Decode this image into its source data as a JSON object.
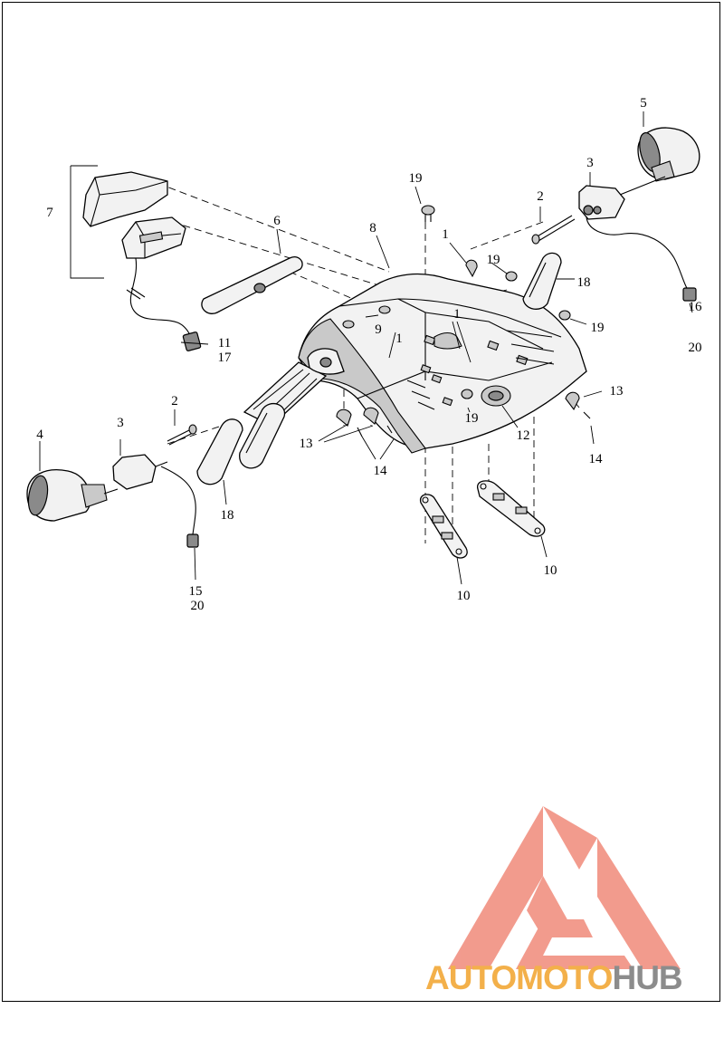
{
  "diagram": {
    "callouts": {
      "c1a": "1",
      "c1b": "1",
      "c1c": "1",
      "c2a": "2",
      "c2b": "2",
      "c3a": "3",
      "c3b": "3",
      "c4": "4",
      "c5": "5",
      "c6": "6",
      "c7": "7",
      "c8": "8",
      "c9": "9",
      "c10a": "10",
      "c10b": "10",
      "c11": "11",
      "c12": "12",
      "c13a": "13",
      "c13b": "13",
      "c14a": "14",
      "c14b": "14",
      "c15": "15",
      "c16": "16",
      "c17": "17",
      "c18a": "18",
      "c18b": "18",
      "c19a": "19",
      "c19b": "19",
      "c19c": "19",
      "c19d": "19",
      "c20a": "20",
      "c20b": "20"
    }
  },
  "watermark": {
    "brand_part1": "AUTOMOTO",
    "brand_part2": "HUB",
    "color_primary": "#f08a7a",
    "color_secondary": "#f3b04a",
    "color_tertiary": "#8c8c8c"
  }
}
